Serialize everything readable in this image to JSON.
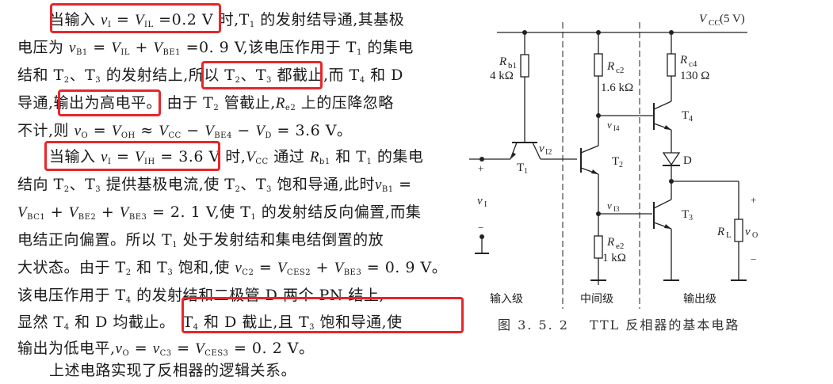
{
  "paragraph1": {
    "lines": [
      {
        "pre": "当输入 ",
        "v1": "v",
        "v1sub": "I",
        "eq1": " = ",
        "V": "V",
        "Vsub": "IL",
        "eq2": " =0.2 V 时",
        "rest": ",T",
        "rsub": "1",
        "rest2": " 的发射结导通,其基极"
      },
      {
        "text": "电压为 v_B1 = V_IL + V_BE1 = 0.9 V,该电压作用于 T1 的集电"
      },
      {
        "text": "结和 T2、T3 的发射结上,所以 T2、T3 都截止,而 T4 和 D"
      },
      {
        "text": "导通,输出为高电平。由于 T2 管截止,Re2 上的压降忽略"
      },
      {
        "text": "不计,则 vO = VOH ≈ VCC − VBE4 − VD = 3.6 V。"
      }
    ]
  },
  "text": {
    "l1a": "当输入 ",
    "l1b": " = ",
    "l1c": " =0.2 V 时",
    ",T": ",T",
    "l1d": " 的发射结导通,其基极",
    "l2a": "电压为 ",
    "l2b": " = ",
    "l2c": " + ",
    "l2d": " =0. 9  V,该电压作用于 T",
    "l2e": " 的集电",
    "l3a": "结和 T",
    "l3b": "、T",
    "l3c": " 的发射结上,",
    "l3d": "所以 T",
    "l3e": "、T",
    "l3f": " 都截止,",
    "l3g": "而 T",
    "l3h": " 和 D",
    "l4a": "导通,",
    "l4b": "输出为高电平。",
    "l4c": " 由于 T",
    "l4d": " 管截止,",
    "l4e": " 上的压降忽略",
    "l5a": "不计,则 ",
    "l5b": " = ",
    "l5c": " ≈ ",
    "l5d": " − ",
    "l5e": " − ",
    "l5f": " = 3.6  V。",
    "l6a": "当输入 ",
    "l6b": " = ",
    "l6c": " = 3.6  V 时",
    ",": ",",
    "l6d": " 通过 ",
    "l6e": " 和 T",
    "l6f": " 的集电",
    "l7a": "结向 T",
    "l7b": "、T",
    "l7c": " 提供基极电流,使 T",
    "l7d": "、T",
    "l7e": " 饱和导通,此时",
    "l7f": " =",
    "l8a": " + ",
    "l8b": " + ",
    "l8c": " = 2. 1  V,使 T",
    "l8d": " 的发射结反向偏置,而集",
    "l9a": "电结正向偏置。所以 T",
    "l9b": " 处于发射结和集电结倒置的放",
    "l10a": "大状态。由于 T",
    "l10b": " 和 T",
    "l10c": " 饱和,使 ",
    "l10d": " = ",
    "l10e": " + ",
    "l10f": " = 0. 9  V。",
    "l11": "该电压作用于 T",
    "l11b": " 的发射结和二极管 D 两个 PN 结上,",
    "l12a": "显然 T",
    "l12b": " 和 D 均截止。",
    "l12c": "T",
    "l12d": " 和 D 截止,且 T",
    "l12e": " 饱和导通,使",
    "l13a": "输出为低电平,",
    "l13b": " = ",
    "l13c": " = ",
    "l13d": " = 0. 2  V。",
    "l14": "上述电路实现了反相器的逻辑关系。"
  },
  "sym": {
    "v": "v",
    "V": "V",
    "T": "T",
    "R": "R",
    "I": "I",
    "IL": "IL",
    "B1": "B1",
    "BE1": "BE1",
    "e2": "e2",
    "O": "O",
    "OH": "OH",
    "CC": "CC",
    "BE4": "BE4",
    "D": "D",
    "IH": "IH",
    "b1": "b1",
    "BC1": "BC1",
    "BE2": "BE2",
    "BE3": "BE3",
    "C2": "C2",
    "CES2": "CES2",
    "C3": "C3",
    "CES3": "CES3",
    "n1": "1",
    "n2": "2",
    "n3": "3",
    "n4": "4"
  },
  "highlights": [
    {
      "label": "当输入 v_I = V_IL = 0.2 V 时",
      "color": "#e8262a"
    },
    {
      "label": "所以 T2、T3 都截止",
      "color": "#e8262a"
    },
    {
      "label": "输出为高电平",
      "color": "#e8262a"
    },
    {
      "label": "当输入 v_I = V_IH = 3.6 V 时",
      "color": "#e8262a"
    },
    {
      "label": "T4 和 D 截止,且 T3 饱和导通,使",
      "color": "#e8262a"
    }
  ],
  "circuit": {
    "vcc_label": "V",
    "vcc_sub": "CC",
    "vcc_value": "(5 V)",
    "rb1": {
      "name": "R",
      "sub": "b1",
      "value": "4 kΩ"
    },
    "rc2": {
      "name": "R",
      "sub": "c2",
      "value": "1.6 kΩ"
    },
    "rc4": {
      "name": "R",
      "sub": "c4",
      "value": "130 Ω"
    },
    "re2": {
      "name": "R",
      "sub": "e2",
      "value": "1 kΩ"
    },
    "rl": {
      "name": "R",
      "sub": "L"
    },
    "t1": "T",
    "t1sub": "1",
    "t2": "T",
    "t2sub": "2",
    "t3": "T",
    "t3sub": "3",
    "t4": "T",
    "t4sub": "4",
    "diode": "D",
    "vi2": "v",
    "vi2sub": "I2",
    "vi3": "v",
    "vi3sub": "I3",
    "vi4": "v",
    "vi4sub": "I4",
    "vi": "v",
    "visub": "I",
    "vo": "v",
    "vosub": "O",
    "plus": "+",
    "minus": "−",
    "stages": [
      "输入级",
      "中间级",
      "输出级"
    ]
  },
  "caption": {
    "number": "图 3. 5. 2",
    "title": "TTL 反相器的基本电路"
  }
}
